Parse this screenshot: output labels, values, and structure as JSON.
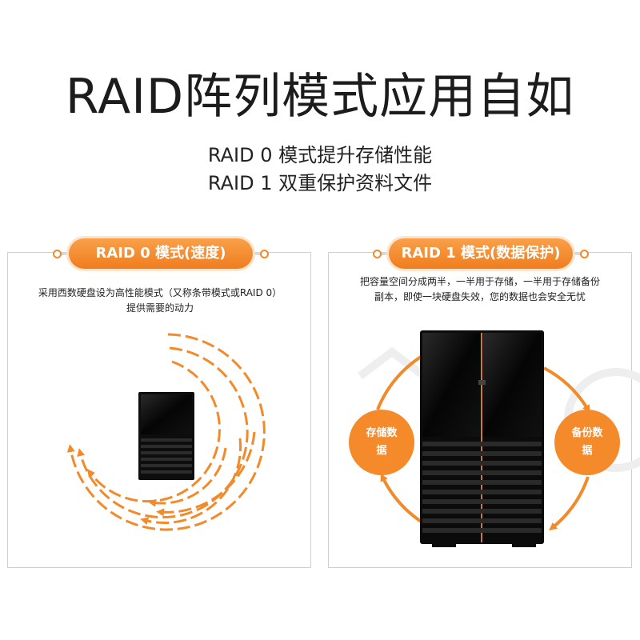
{
  "header": {
    "title": "RAID阵列模式应用自如",
    "line1": "RAID 0 模式提升存储性能",
    "line2": "RAID 1 双重保护资料文件"
  },
  "left_panel": {
    "pill": "RAID 0 模式(速度)",
    "desc1": "采用西数硬盘设为高性能模式（又称条带模式或RAID 0）",
    "desc2": "提供需要的动力"
  },
  "right_panel": {
    "pill": "RAID 1 模式(数据保护)",
    "desc1": "把容量空间分成两半，一半用于存储，一半用于存储备份",
    "desc2": "副本，即使一块硬盘失效，您的数据也会安全无忧",
    "bubble_store": "存储数据",
    "bubble_backup": "备份数据"
  },
  "colors": {
    "accent": "#f28a2a",
    "device": "#0d0d0d"
  }
}
